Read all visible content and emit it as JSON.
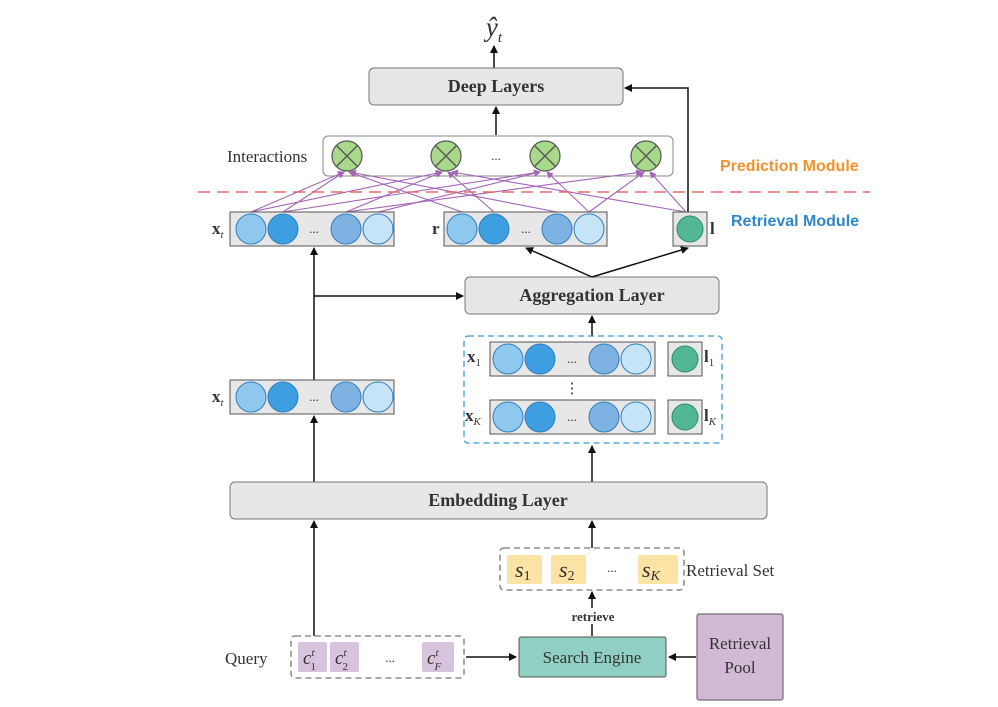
{
  "output_label": "ŷ",
  "output_sub": "t",
  "layers": {
    "deep": "Deep Layers",
    "aggregation": "Aggregation Layer",
    "embedding": "Embedding Layer"
  },
  "interactions_label": "Interactions",
  "ellipsis": "...",
  "vdots": "⋮",
  "modules": {
    "prediction": "Prediction Module",
    "retrieval": "Retrieval Module",
    "prediction_color": "#f0922e",
    "retrieval_color": "#2f86c8"
  },
  "vectors": {
    "x": "x",
    "x_sub": "t",
    "r": "r",
    "l": "l",
    "x1": "x",
    "x1_sub": "1",
    "xK": "x",
    "xK_sub": "K",
    "l1": "l",
    "l1_sub": "1",
    "lK": "l",
    "lK_sub": "K"
  },
  "retrieval_set": {
    "label": "Retrieval Set",
    "items": [
      {
        "s": "s",
        "sub": "1"
      },
      {
        "s": "s",
        "sub": "2"
      },
      {
        "s": "s",
        "sub": "K"
      }
    ]
  },
  "retrieve_label": "retrieve",
  "query": {
    "label": "Query",
    "items": [
      {
        "c": "c",
        "sup": "t",
        "sub": "1"
      },
      {
        "c": "c",
        "sup": "t",
        "sub": "2"
      },
      {
        "c": "c",
        "sup": "t",
        "sub": "F"
      }
    ]
  },
  "search_engine": "Search Engine",
  "retrieval_pool": [
    "Retrieval",
    "Pool"
  ],
  "colors": {
    "circle_light": "#8ec8ef",
    "circle_dark": "#3d9ee0",
    "circle_mid": "#7eb2e2",
    "circle_pale": "#c5e4f7",
    "label_green": "#52b697",
    "cross_green": "#a8d98a",
    "search_engine_fill": "#8fd0c2",
    "pool_fill": "#d2b9d6",
    "query_item_fill": "#d8c3dc",
    "set_item_fill": "#fbe3a6",
    "layer_fill": "#e7e7e7",
    "interaction_line": "#a264b6",
    "dash_red": "#e56a6a"
  }
}
